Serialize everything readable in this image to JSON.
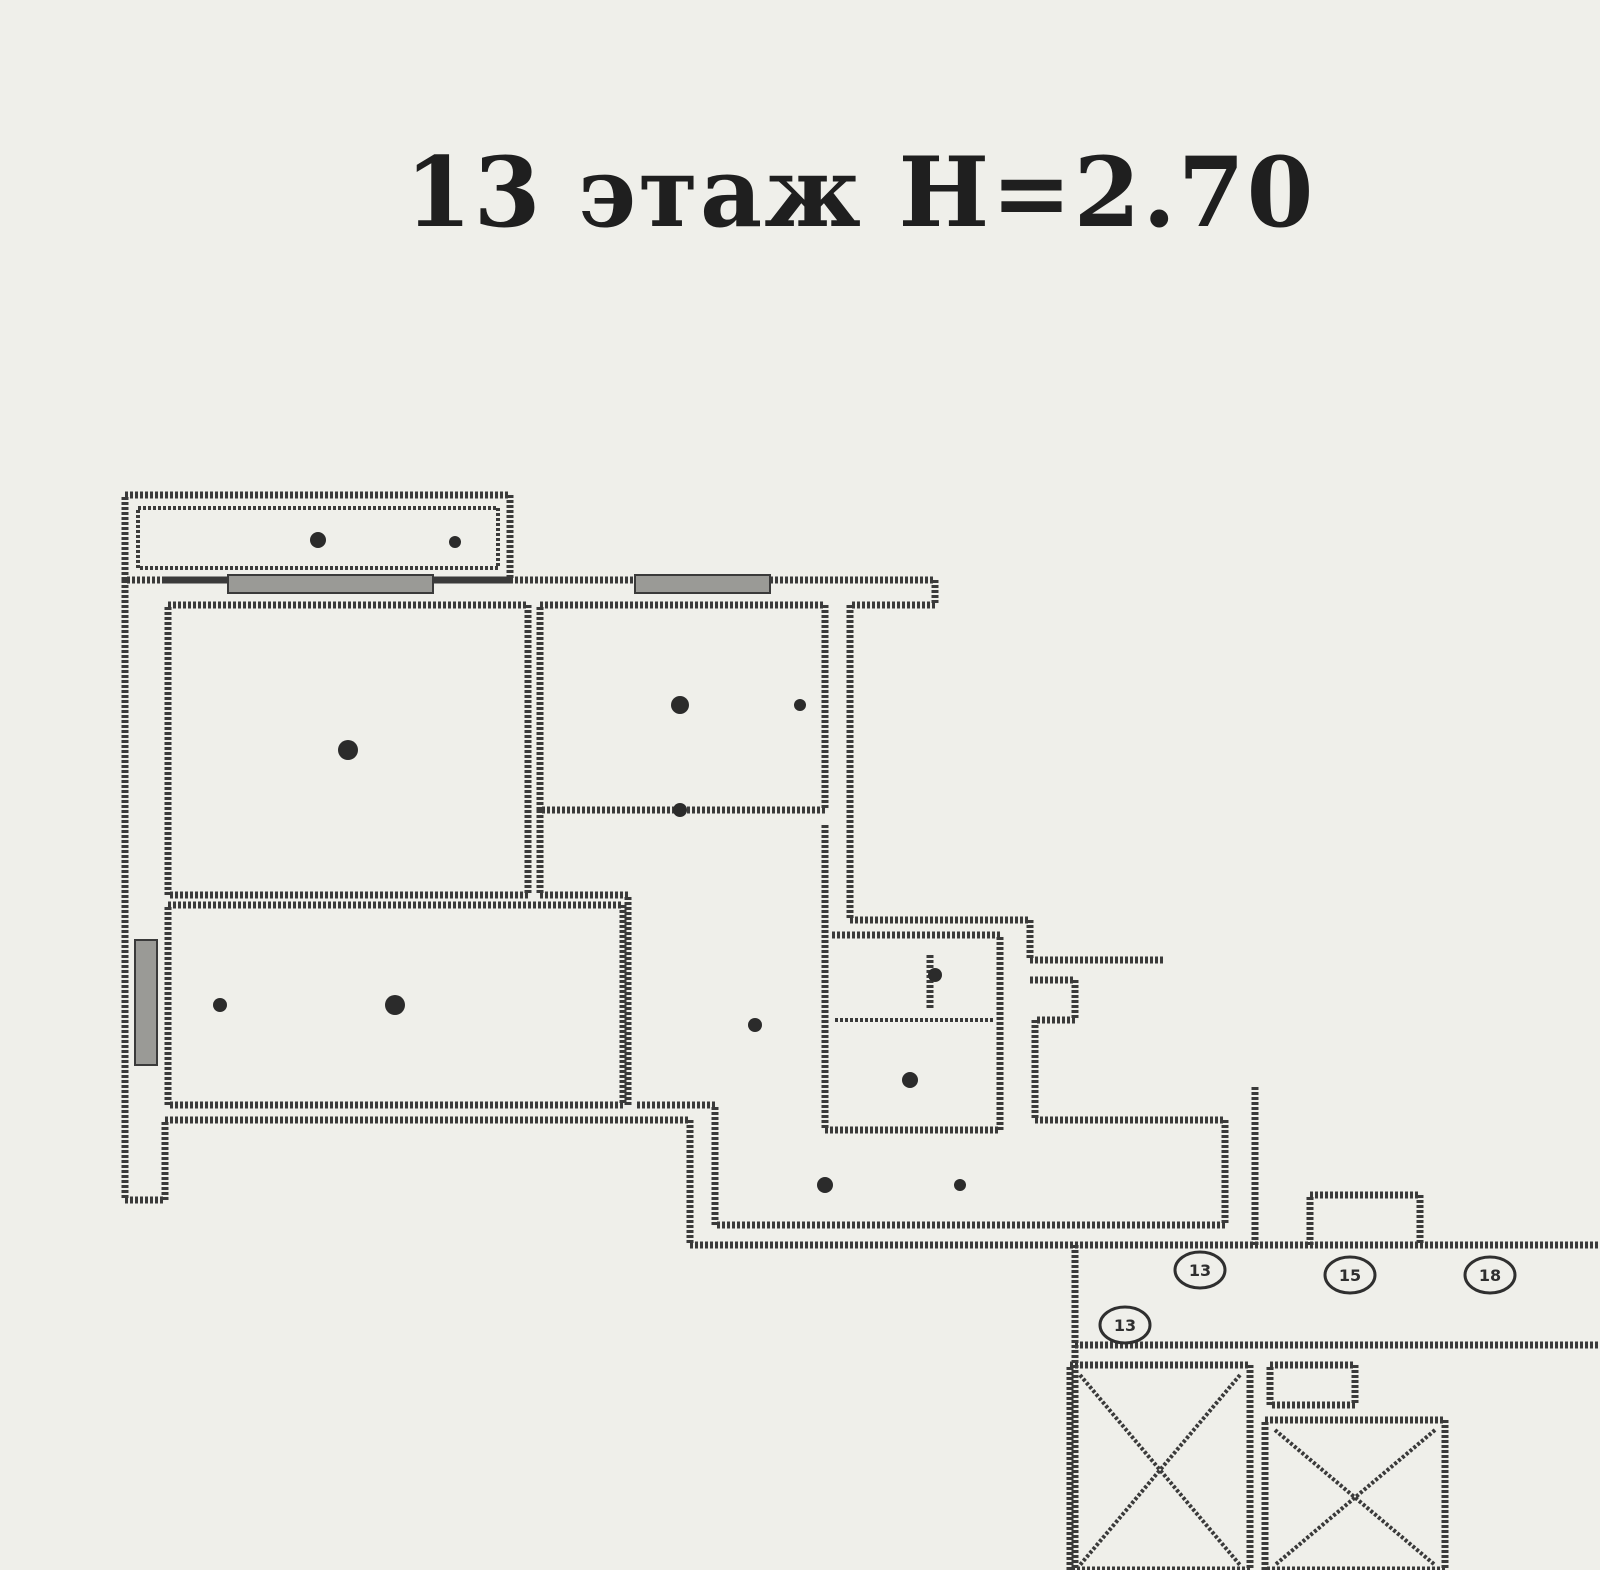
{
  "title": "13 этаж  Н=2.70",
  "axis_markers": [
    "13",
    "15",
    "18",
    "13"
  ]
}
